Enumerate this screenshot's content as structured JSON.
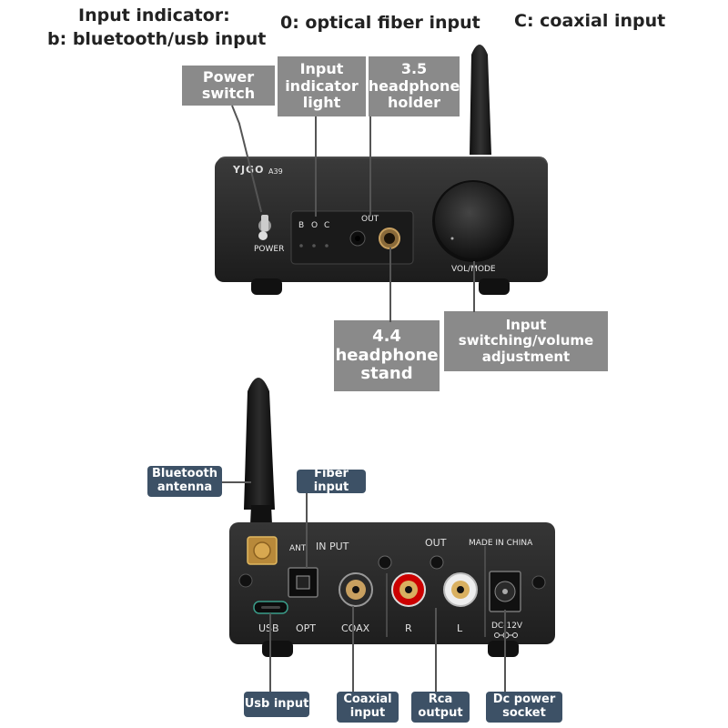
{
  "header": {
    "input_indicator_line1": "Input indicator:",
    "input_indicator_line2": "b: bluetooth/usb input",
    "optical": "0: optical fiber input",
    "coaxial": "C: coaxial input"
  },
  "front_labels": {
    "power_switch": "Power switch",
    "indicator_light": "Input indicator light",
    "headphone_35": "3.5 headphone holder",
    "headphone_44": "4.4 headphone stand",
    "input_switching": "Input switching/volume adjustment"
  },
  "front_panel": {
    "brand": "YJGO",
    "model": "A39",
    "power": "POWER",
    "led_b": "B",
    "led_o": "O",
    "led_c": "C",
    "out": "OUT",
    "vol_mode": "VOL/MODE"
  },
  "rear_labels": {
    "bluetooth_antenna": "Bluetooth antenna",
    "fiber_input": "Fiber input",
    "usb_input": "Usb input",
    "coaxial_input": "Coaxial input",
    "rca_output": "Rca output",
    "dc_power": "Dc power socket"
  },
  "rear_panel": {
    "ant": "ANT",
    "input": "IN PUT",
    "out": "OUT",
    "made_in": "MADE IN CHINA",
    "usb": "USB",
    "opt": "OPT",
    "coax": "COAX",
    "r": "R",
    "l": "L",
    "dc": "DC-12V"
  },
  "colors": {
    "grey_label": "#8a8a8a",
    "blue_label": "#3d5166",
    "device_body": "#2a2a2a"
  }
}
